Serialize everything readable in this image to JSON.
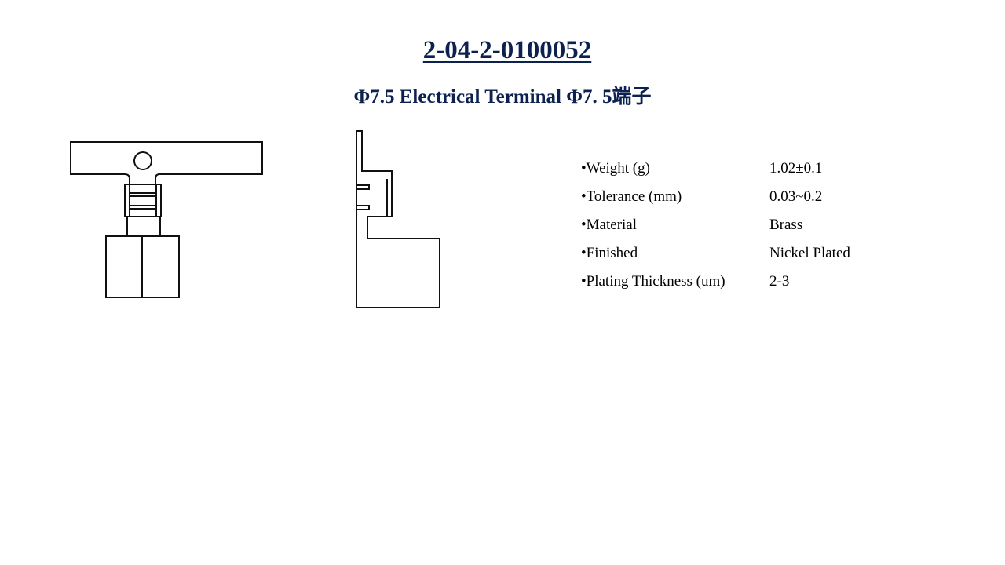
{
  "title": "2-04-2-0100052",
  "subtitle": "Φ7.5 Electrical Terminal Φ7. 5端子",
  "specs": [
    {
      "label": "•Weight (g)",
      "value": "1.02±0.1"
    },
    {
      "label": "•Tolerance (mm)",
      "value": "0.03~0.2"
    },
    {
      "label": "•Material",
      "value": "Brass"
    },
    {
      "label": "•Finished",
      "value": "Nickel Plated"
    },
    {
      "label": "•Plating Thickness (um)",
      "value": "2-3"
    }
  ]
}
